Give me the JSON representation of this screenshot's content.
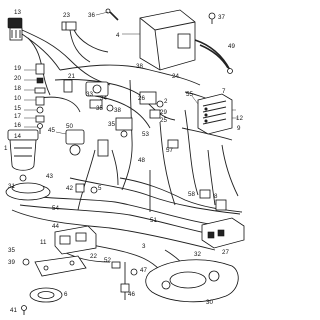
{
  "diagram": {
    "labels": {
      "l13": "13",
      "l23": "23",
      "l36": "36",
      "l37": "37",
      "l4": "4",
      "l38a": "38",
      "l49": "49",
      "l19": "19",
      "l20": "20",
      "l18": "18",
      "l10": "10",
      "l15": "15",
      "l17": "17",
      "l16": "16",
      "l24": "24",
      "l14": "14",
      "l1": "1",
      "l21": "21",
      "l33": "33",
      "l34": "34",
      "l35a": "35",
      "l38b": "38",
      "l26": "26",
      "l2": "2",
      "l29": "29",
      "l25": "25",
      "l7": "7",
      "l55": "55",
      "l12": "12",
      "l9": "9",
      "l45": "45",
      "l50": "50",
      "l35b": "35",
      "l53": "53",
      "l57": "57",
      "l48": "48",
      "l43": "43",
      "l42": "42",
      "l5": "5",
      "l31": "31",
      "l54": "54",
      "l58": "58",
      "l8": "8",
      "l51": "51",
      "l27": "27",
      "l32": "32",
      "l44": "44",
      "l11": "11",
      "l22": "22",
      "l3": "3",
      "l35c": "35",
      "l39": "39",
      "l52": "52",
      "l47": "47",
      "l46": "46",
      "l30": "30",
      "l6": "6",
      "l41": "41"
    }
  }
}
